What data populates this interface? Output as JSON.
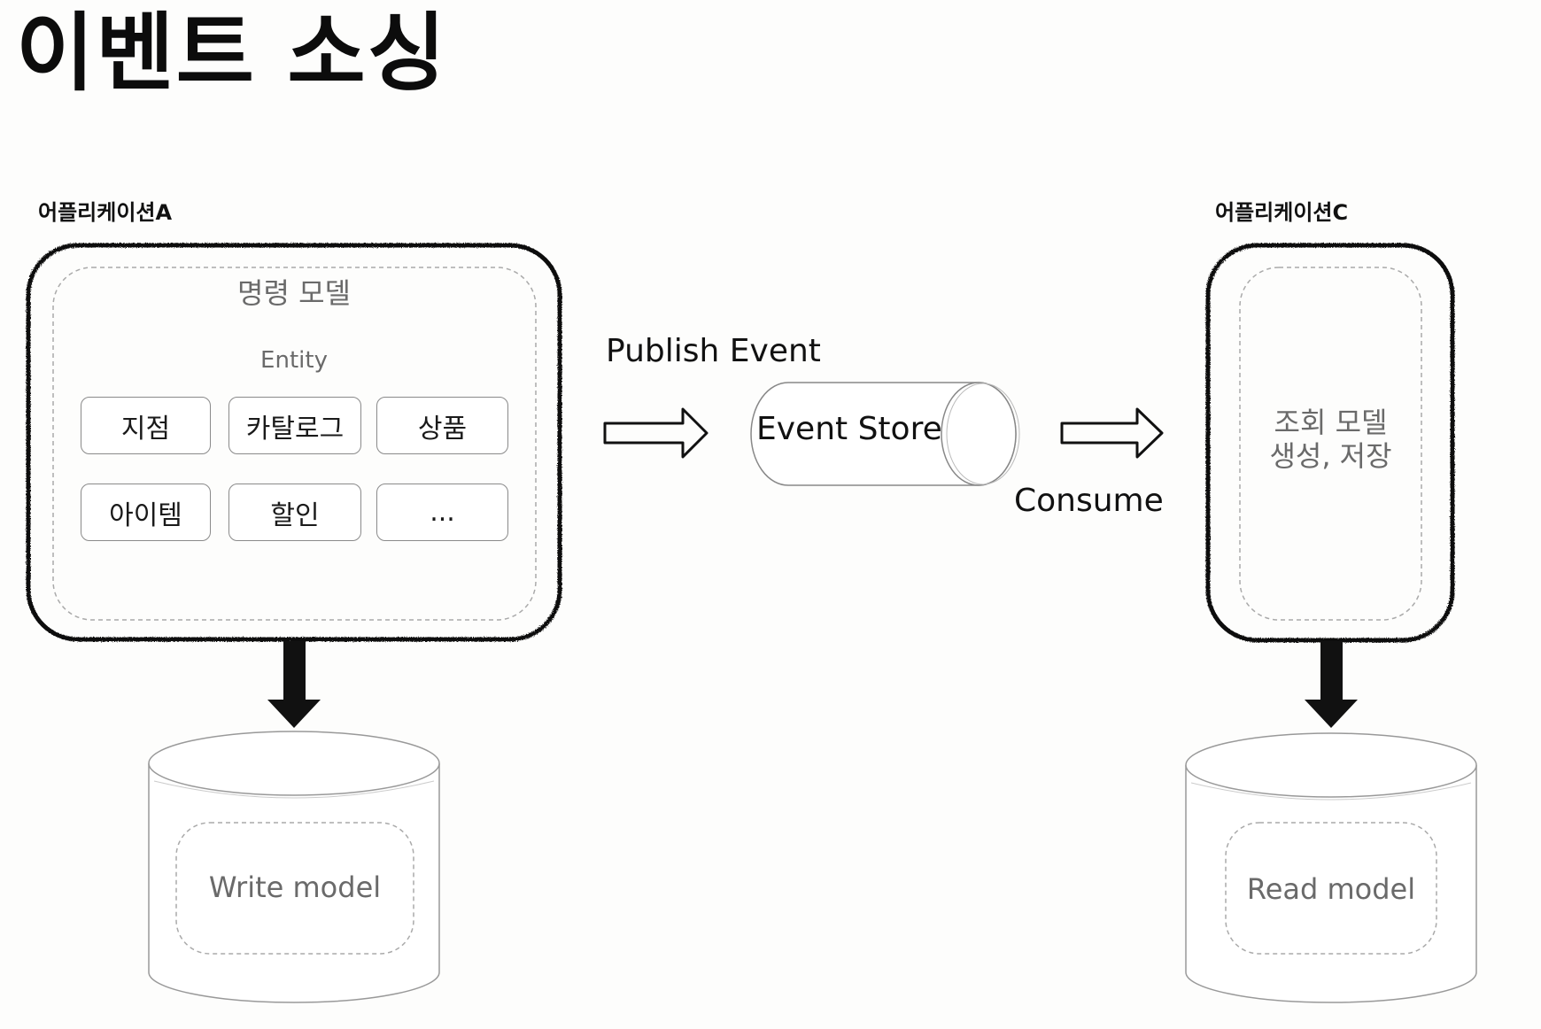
{
  "title": "이벤트 소싱",
  "app_a": {
    "label": "어플리케이션A",
    "model_title": "명령 모델",
    "entity_label": "Entity",
    "entities": [
      "지점",
      "카탈로그",
      "상품",
      "아이템",
      "할인",
      "..."
    ]
  },
  "app_c": {
    "label": "어플리케이션C",
    "model_text_line1": "조회 모델",
    "model_text_line2": "생성, 저장"
  },
  "publish_label": "Publish Event",
  "consume_label": "Consume",
  "event_store_label": "Event Store",
  "write_model_label": "Write model",
  "read_model_label": "Read model"
}
